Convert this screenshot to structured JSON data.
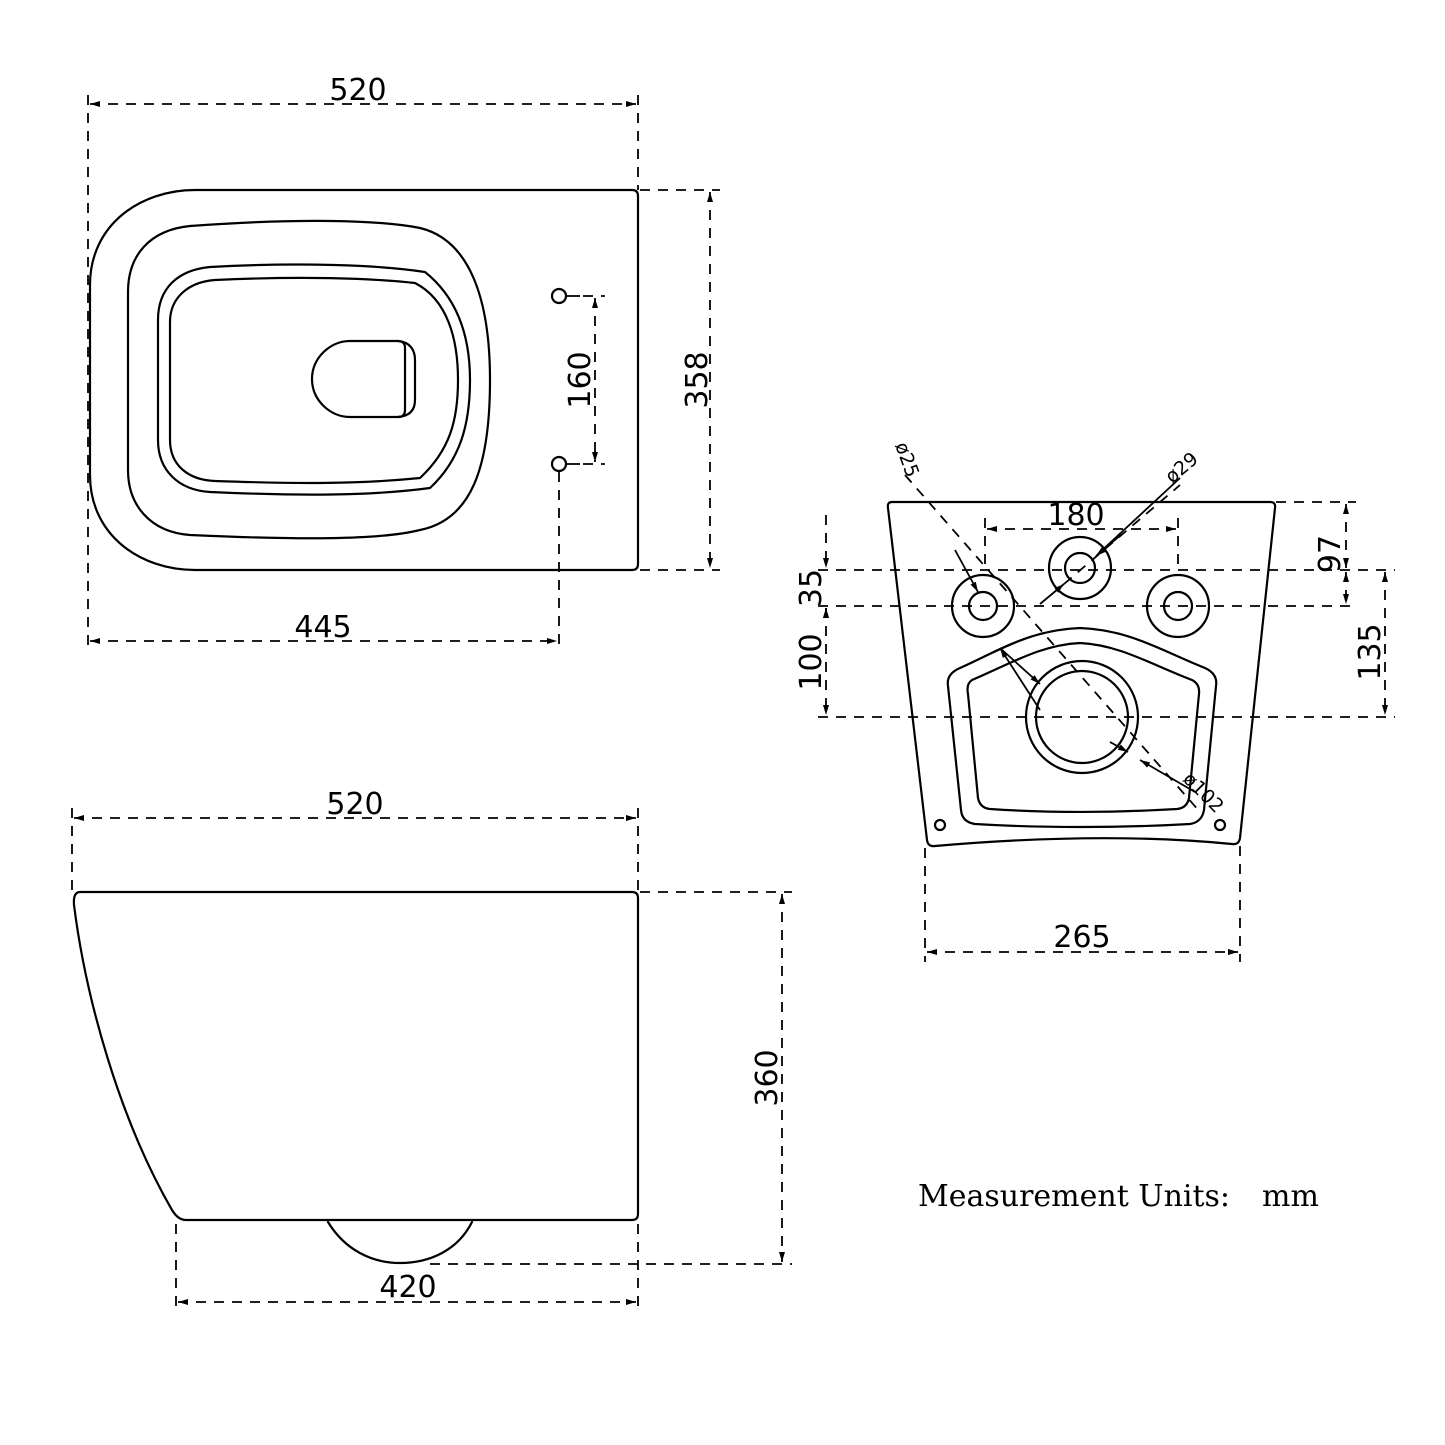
{
  "units_note": {
    "label": "Measurement Units:",
    "unit": "mm"
  },
  "top_view": {
    "overall_length": "520",
    "width": "358",
    "fixing_hole_spacing": "160",
    "front_to_fixing_holes": "445"
  },
  "rear_view": {
    "inlet_spacing": "180",
    "top_to_inlet_center": "97",
    "inlet_to_outlet": "100",
    "top_to_fixing_holes": "35",
    "top_to_outlet_center": "135",
    "base_width": "265",
    "fixing_hole_diameter": "ø25",
    "inlet_diameter": "ø29",
    "outlet_diameter": "ø102"
  },
  "side_view": {
    "overall_length": "520",
    "height": "360",
    "rear_to_outlet": "420"
  }
}
